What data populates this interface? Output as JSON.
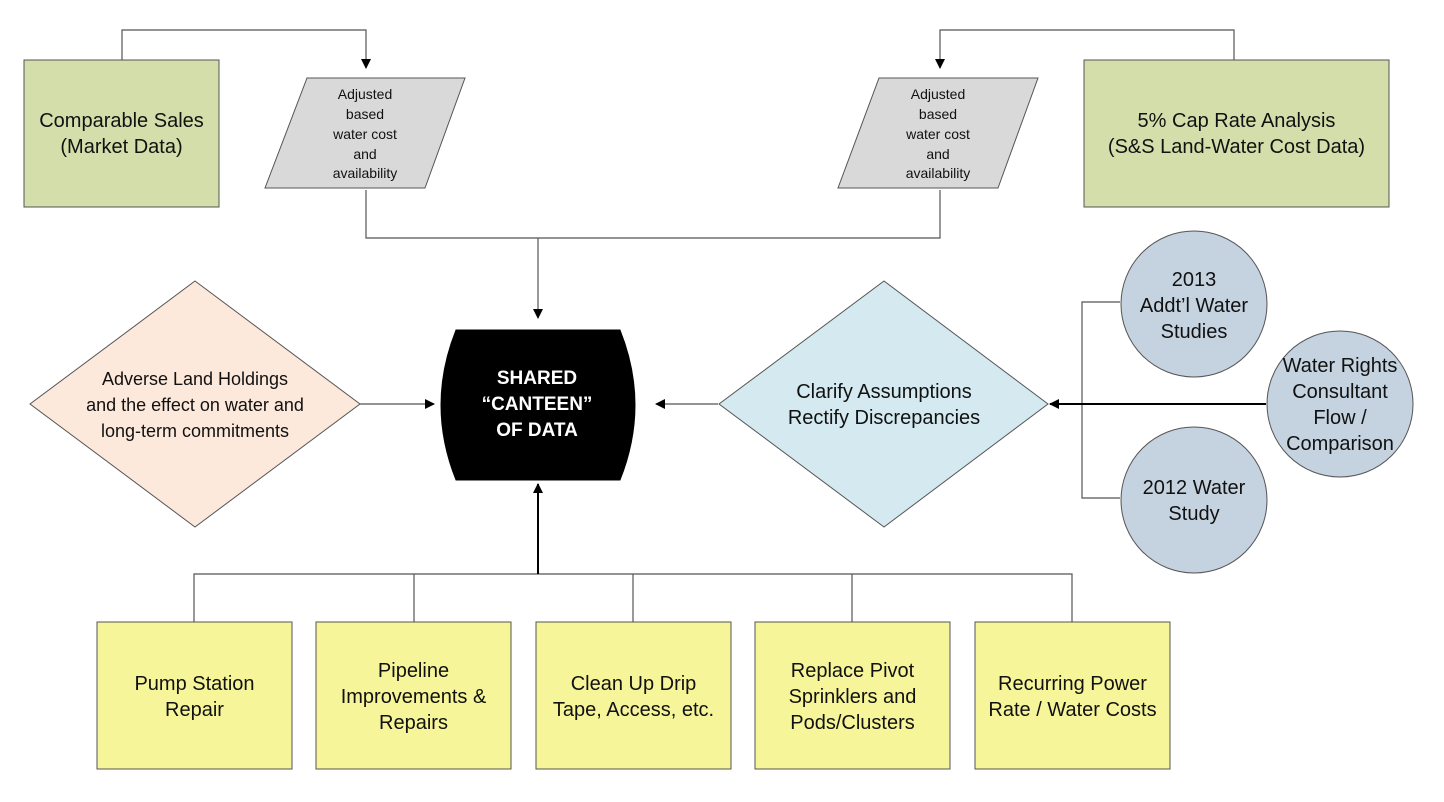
{
  "colors": {
    "green_box": "#d4deab",
    "gray_parallelogram": "#d9d9d9",
    "yellow_box": "#f7f59a",
    "peach_diamond": "#fce9dc",
    "blue_diamond": "#d4eaf0",
    "circle_fill": "#c5d2df",
    "center_fill": "#000000",
    "line": "#555555"
  },
  "nodes": {
    "comparable_sales": [
      "Comparable Sales",
      "(Market Data)"
    ],
    "cap_rate": [
      "5% Cap Rate Analysis",
      "(S&S Land-Water Cost Data)"
    ],
    "adjusted_left": [
      "Adjusted",
      "based",
      "water cost",
      "and",
      "availability"
    ],
    "adjusted_right": [
      "Adjusted",
      "based",
      "water cost",
      "and",
      "availability"
    ],
    "shared_canteen": [
      "SHARED",
      "“CANTEEN”",
      "OF DATA"
    ],
    "adverse_land": [
      "Adverse Land Holdings",
      "and the effect on water and",
      "long-term commitments"
    ],
    "clarify": [
      "Clarify Assumptions",
      "Rectify Discrepancies"
    ],
    "studies_2013": [
      "2013",
      "Addt’l Water",
      "Studies"
    ],
    "water_rights": [
      "Water Rights",
      "Consultant",
      "Flow /",
      "Comparison"
    ],
    "study_2012": [
      "2012 Water",
      "Study"
    ],
    "pump_station": [
      "Pump Station",
      "Repair"
    ],
    "pipeline": [
      "Pipeline",
      "Improvements &",
      "Repairs"
    ],
    "drip_tape": [
      "Clean Up Drip",
      "Tape, Access, etc."
    ],
    "pivot": [
      "Replace Pivot",
      "Sprinklers and",
      "Pods/Clusters"
    ],
    "power_rate": [
      "Recurring Power",
      "Rate / Water Costs"
    ]
  }
}
